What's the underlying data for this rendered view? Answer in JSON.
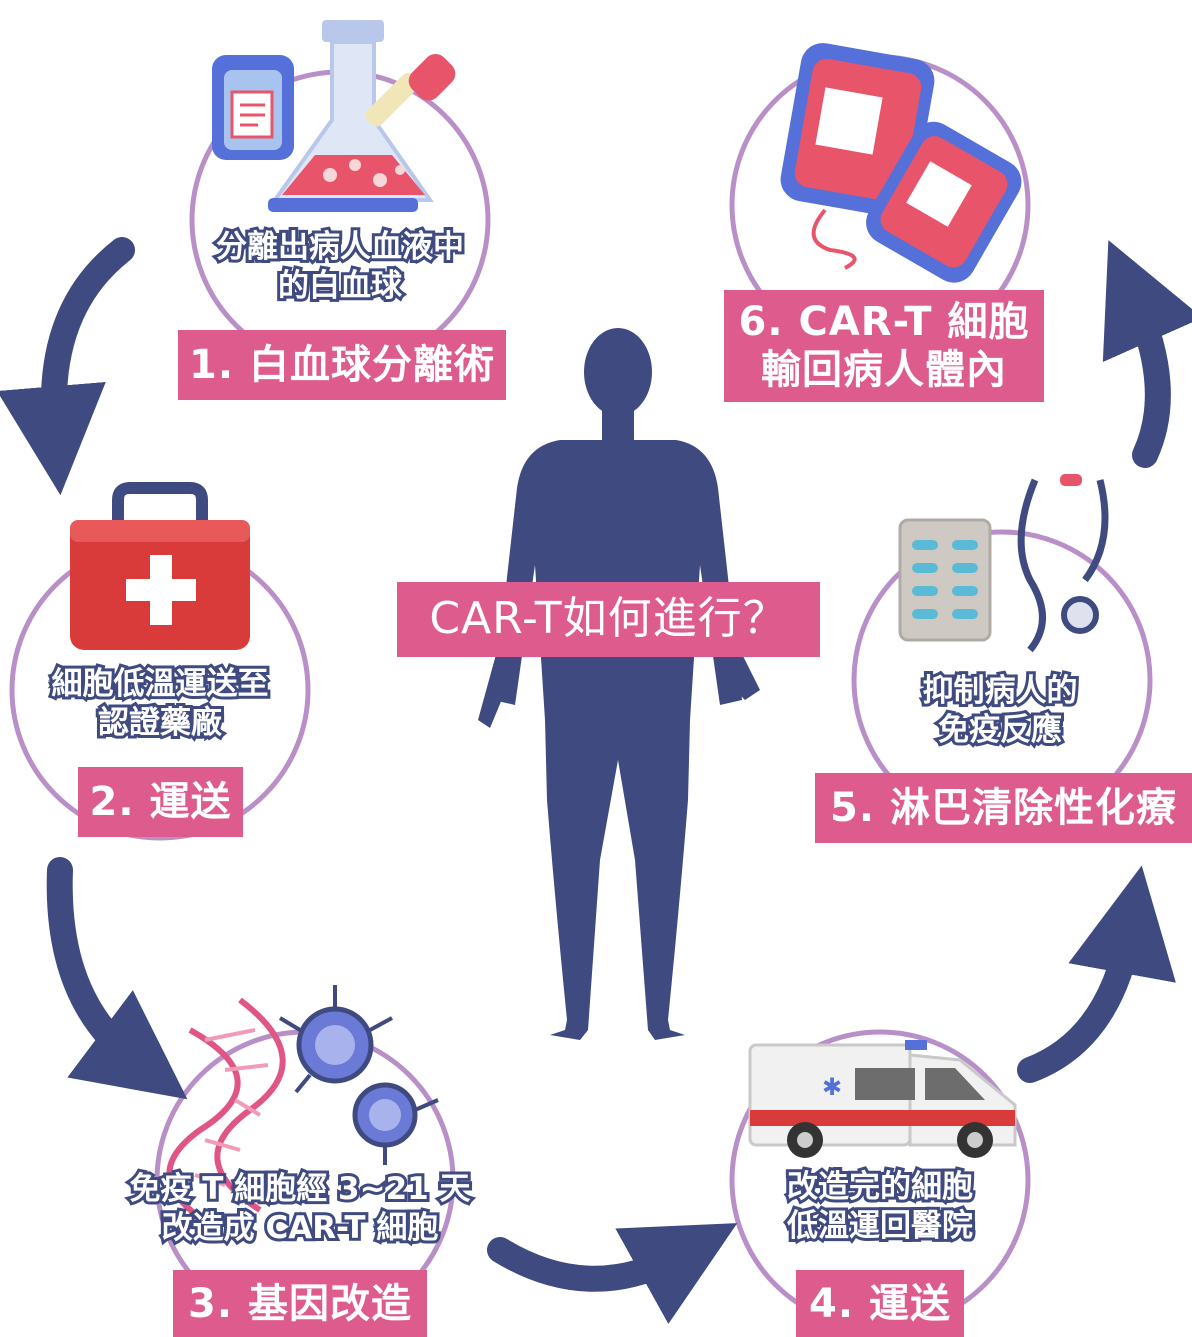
{
  "center_title": "CAR-T如何進行？",
  "colors": {
    "accent_pink": "#de5b8e",
    "navy": "#3f4a80",
    "circle_outline": "#b98fc8",
    "arrow_navy": "#3f4a80"
  },
  "steps": [
    {
      "label": "1. 白血球分離術",
      "desc_line1": "分離出病人血液中",
      "desc_line2": "的白血球",
      "icon": "blood-bag-flask-icon"
    },
    {
      "label": "2. 運送",
      "desc_line1": "細胞低溫運送至",
      "desc_line2": "認證藥廠",
      "icon": "first-aid-kit-icon"
    },
    {
      "label": "3. 基因改造",
      "desc_line1": "免疫 T 細胞經 3~21 天",
      "desc_line2": "改造成 CAR-T 細胞",
      "icon": "dna-cell-icon"
    },
    {
      "label": "4. 運送",
      "desc_line1": "改造完的細胞",
      "desc_line2": "低溫運回醫院",
      "icon": "ambulance-icon"
    },
    {
      "label": "5. 淋巴清除性化療",
      "desc_line1": "抑制病人的",
      "desc_line2": "免疫反應",
      "icon": "pills-stethoscope-icon"
    },
    {
      "label_line1": "6. CAR-T 細胞",
      "label_line2": "輸回病人體內",
      "icon": "blood-bags-icon"
    }
  ]
}
